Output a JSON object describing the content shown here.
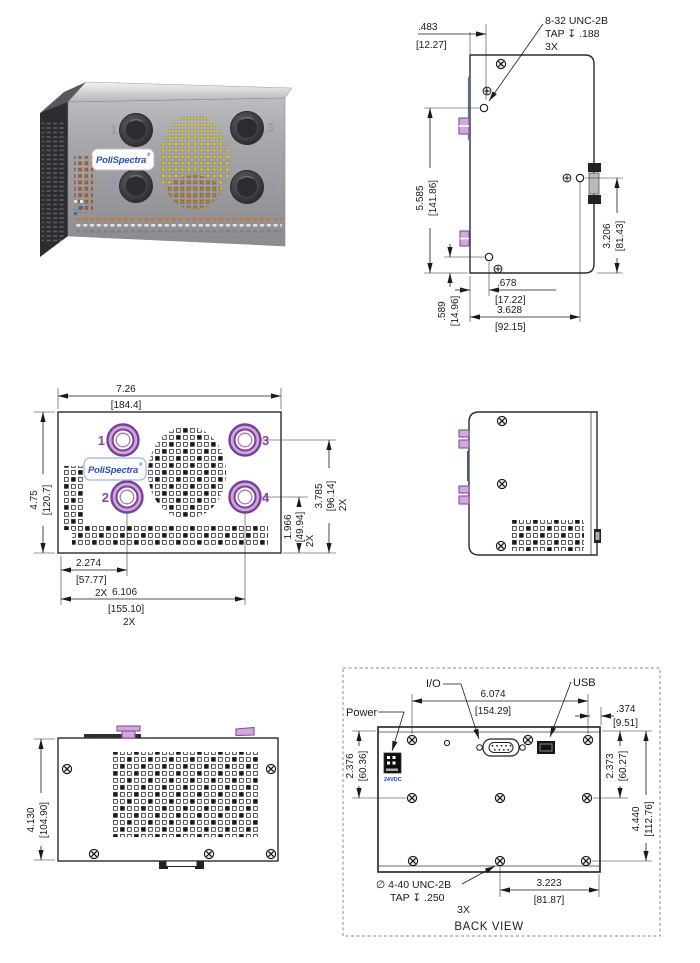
{
  "brand": {
    "name": "PoliSpectra",
    "reg": "®"
  },
  "colors": {
    "accent_purple": "#8e44ad",
    "logo_blue": "#2b4fbe",
    "dot_yellow": "#dfca39",
    "dot_orange": "#c4742f"
  },
  "render3d": {
    "ports": [
      "1",
      "2",
      "3",
      "4"
    ]
  },
  "side_view": {
    "dim_offset_in": ".483",
    "dim_offset_mm": "[12.27]",
    "tap_note_l1": "8-32 UNC-2B",
    "tap_note_l2": "TAP ↧ .188",
    "tap_note_l3": "3X",
    "dim_height_in": "5.585",
    "dim_height_mm": "[141.86]",
    "dim_conn_in": "3.206",
    "dim_conn_mm": "[81.43]",
    "dim_holex_in": ".678",
    "dim_holex_mm": "[17.22]",
    "dim_holey_in": ".589",
    "dim_holey_mm": "[14.96]",
    "dim_width_in": "3.628",
    "dim_width_mm": "[92.15]"
  },
  "front_view": {
    "ports": [
      "1",
      "2",
      "3",
      "4"
    ],
    "dim_width_in": "7.26",
    "dim_width_mm": "[184.4]",
    "dim_height_in": "4.75",
    "dim_height_mm": "[120.7]",
    "dim_upper_in": "3.785",
    "dim_upper_mm": "[96.14]",
    "dim_upper_qty": "2X",
    "dim_lower_in": "1.966",
    "dim_lower_mm": "[49.94]",
    "dim_lower_qty": "2X",
    "dim_left_in": "2.274",
    "dim_left_mm": "[57.77]",
    "dim_left_qty": "2X",
    "dim_span_in": "6.106",
    "dim_span_mm": "[155.10]",
    "dim_span_qty": "2X"
  },
  "top_view": {
    "dim_depth_in": "4.130",
    "dim_depth_mm": "[104.90]"
  },
  "back_view": {
    "title": "BACK VIEW",
    "label_power": "Power",
    "label_io": "I/O",
    "label_usb": "USB",
    "power_marking": "24VDC",
    "dim_span_in": "6.074",
    "dim_span_mm": "[154.29]",
    "dim_usb_in": ".374",
    "dim_usb_mm": "[9.51]",
    "dim_left_in": "2.376",
    "dim_left_mm": "[60.36]",
    "dim_right_in": "2.373",
    "dim_right_mm": "[60.27]",
    "dim_total_in": "4.440",
    "dim_total_mm": "[112.76]",
    "dim_bottom_in": "3.223",
    "dim_bottom_mm": "[81.87]",
    "tap_note_l1": "∅ 4-40 UNC-2B",
    "tap_note_l2": "TAP ↧ .250",
    "tap_note_l3": "3X"
  }
}
